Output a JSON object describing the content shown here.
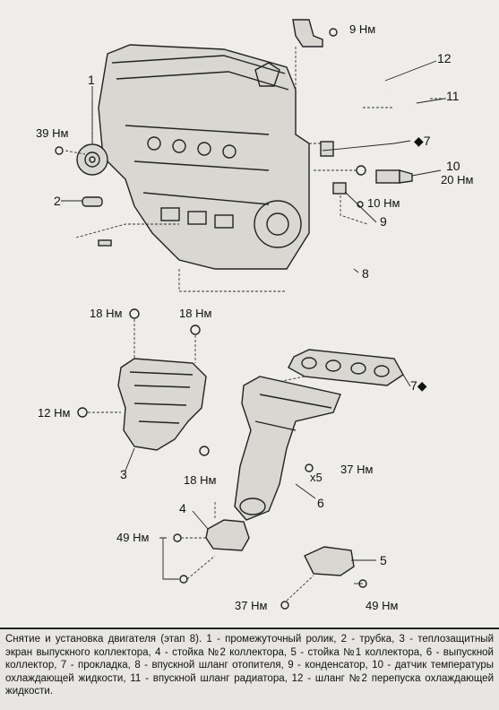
{
  "torque_labels": {
    "t9": "9 Нм",
    "t39": "39 Нм",
    "t20": "20 Нм",
    "t10": "10 Нм",
    "t18a": "18 Нм",
    "t18b": "18 Нм",
    "t12": "12 Нм",
    "t18c": "18 Нм",
    "t37a": "37 Нм",
    "t49a": "49 Нм",
    "t49b": "49 Нм",
    "t37b": "37 Нм"
  },
  "multiplier": "х5",
  "callouts": {
    "c1": "1",
    "c2": "2",
    "c3": "3",
    "c4": "4",
    "c5": "5",
    "c6": "6",
    "c7a": "◆7",
    "c7b": "7◆",
    "c8": "8",
    "c9": "9",
    "c10": "10",
    "c11": "11",
    "c12": "12"
  },
  "caption": "Снятие и установка двигателя (этап 8). 1 - промежуточный ролик, 2 - трубка, 3 - теплозащитный экран выпускного коллектора, 4 - стойка №2 коллектора, 5 - стойка №1 коллектора, 6 - выпускной коллектор, 7 - прокладка, 8 - впускной шланг отопителя, 9 - конденсатор, 10 - датчик температуры охлаждающей жидкости, 11 - впускной шланг радиатора, 12 - шланг №2 перепуска охлаждающей жидкости."
}
